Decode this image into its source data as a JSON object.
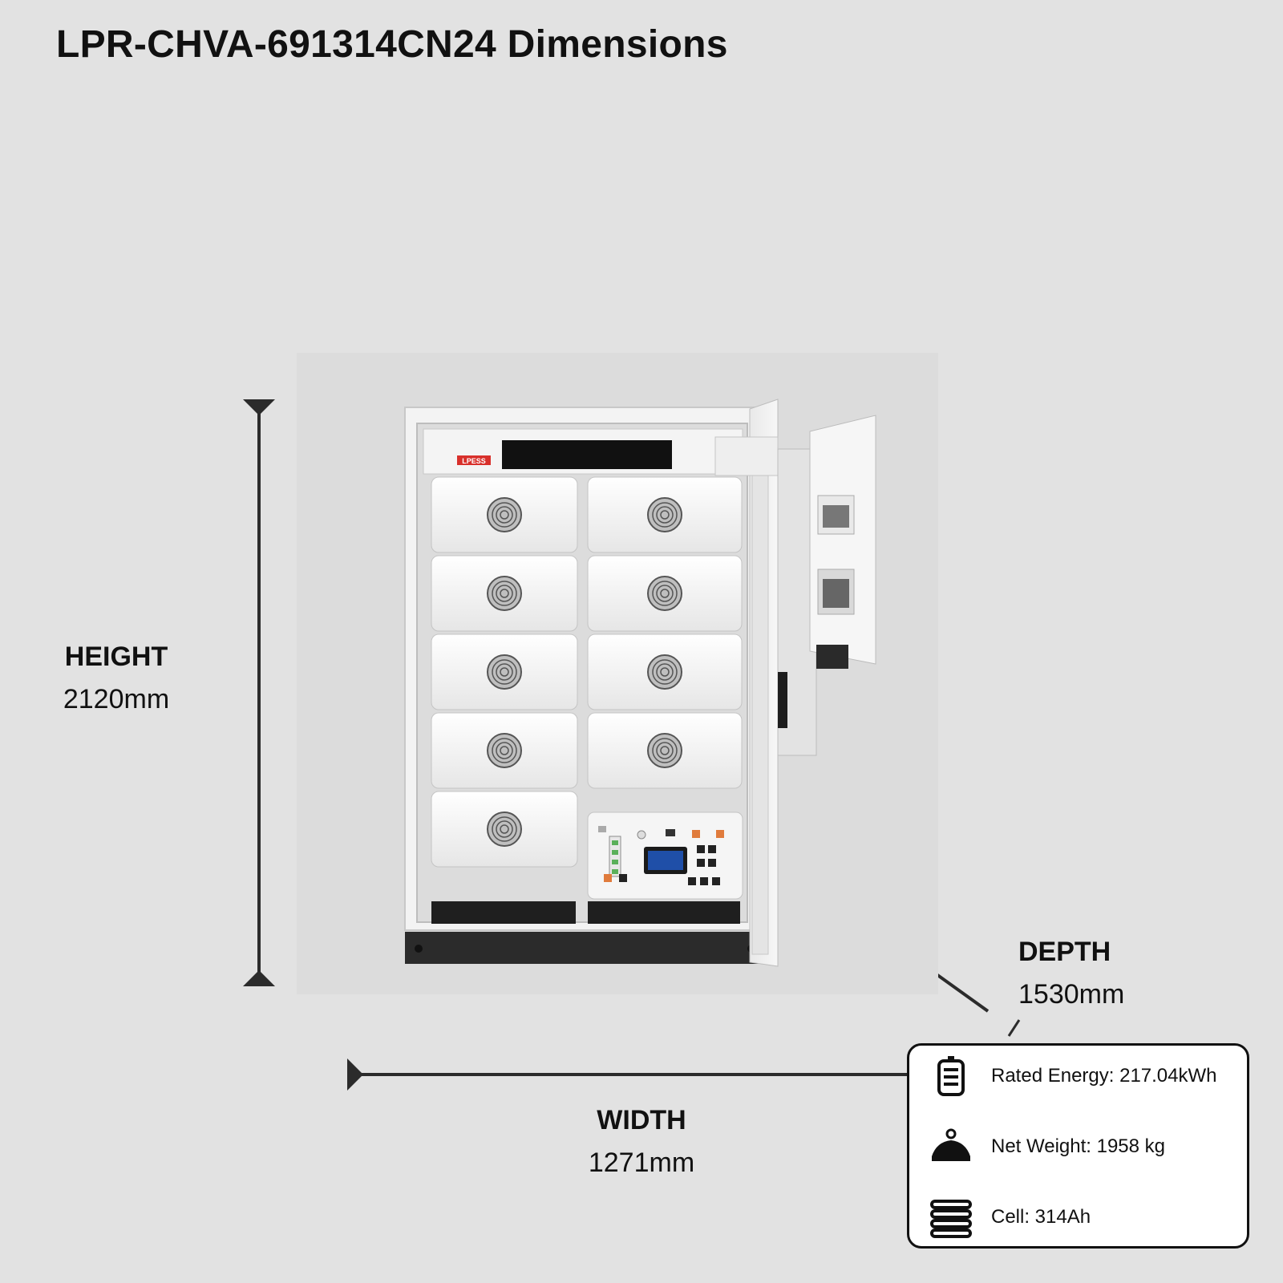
{
  "title": "LPR-CHVA-691314CN24 Dimensions",
  "dimensions": {
    "height": {
      "label": "HEIGHT",
      "value": "2120mm"
    },
    "width": {
      "label": "WIDTH",
      "value": "1271mm"
    },
    "depth": {
      "label": "DEPTH",
      "value": "1530mm"
    }
  },
  "product": {
    "brand_logo": "LPESS",
    "battery_modules": 9,
    "icon_names": [
      "fan-icon",
      "control-panel",
      "lcd-display"
    ]
  },
  "specs": [
    {
      "icon": "battery-icon",
      "text": "Rated Energy: 217.04kWh"
    },
    {
      "icon": "weight-icon",
      "text": "Net Weight: 1958 kg"
    },
    {
      "icon": "cell-stack-icon",
      "text": "Cell: 314Ah"
    }
  ],
  "colors": {
    "background": "#e2e2e2",
    "arrow": "#2b2b2b",
    "logo_red": "#d8302b",
    "lcd_blue": "#1f4fa8"
  }
}
